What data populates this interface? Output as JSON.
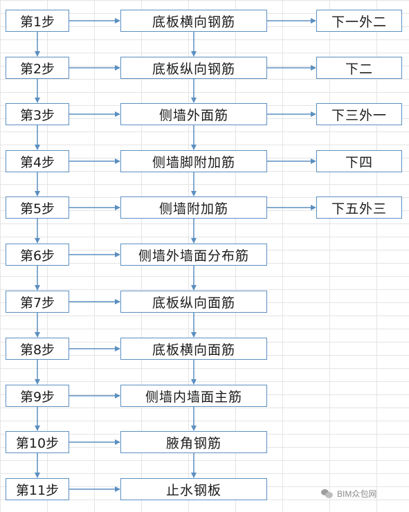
{
  "steps": [
    {
      "label": "第1步",
      "task": "底板横向钢筋",
      "side": "下一外二"
    },
    {
      "label": "第2步",
      "task": "底板纵向钢筋",
      "side": "下二"
    },
    {
      "label": "第3步",
      "task": "侧墙外面筋",
      "side": "下三外一"
    },
    {
      "label": "第4步",
      "task": "侧墙脚附加筋",
      "side": "下四"
    },
    {
      "label": "第5步",
      "task": "侧墙附加筋",
      "side": "下五外三"
    },
    {
      "label": "第6步",
      "task": "侧墙外墙面分布筋"
    },
    {
      "label": "第7步",
      "task": "底板纵向面筋"
    },
    {
      "label": "第8步",
      "task": "底板横向面筋"
    },
    {
      "label": "第9步",
      "task": "侧墙内墙面主筋"
    },
    {
      "label": "第10步",
      "task": "腋角钢筋"
    },
    {
      "label": "第11步",
      "task": "止水钢板"
    }
  ],
  "watermark": "BIM众包网",
  "colors": {
    "box_border": "#5b8fc1",
    "arrow": "#5b8fc1",
    "text": "#1a1a1a"
  }
}
